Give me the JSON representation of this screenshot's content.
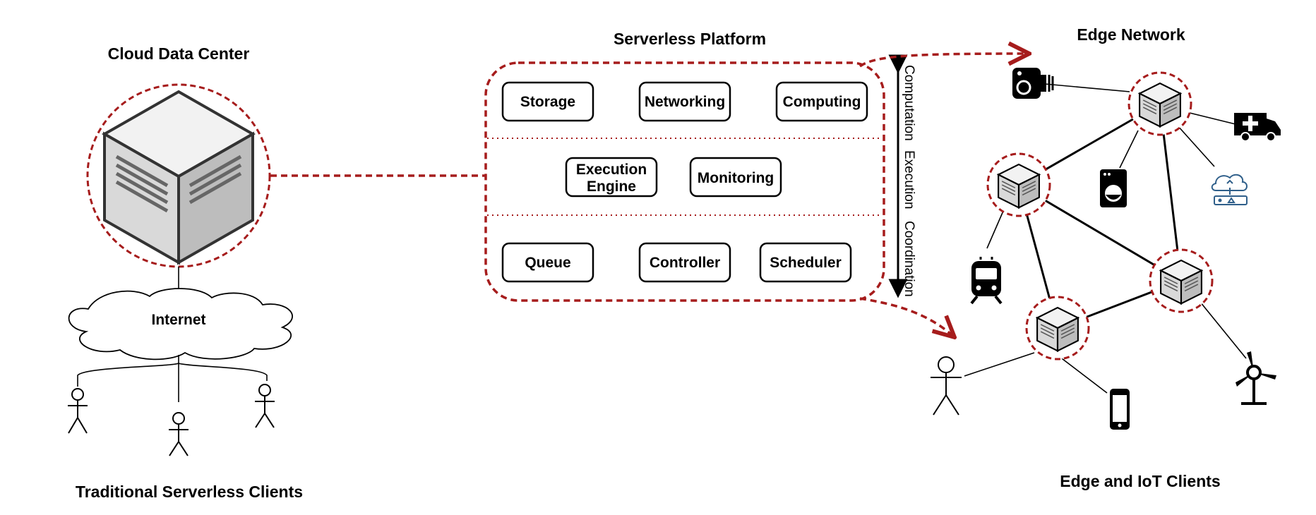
{
  "titles": {
    "cloud": "Cloud Data Center",
    "traditional_clients": "Traditional Serverless Clients",
    "platform": "Serverless Platform",
    "edge_network": "Edge Network",
    "edge_clients": "Edge and IoT Clients"
  },
  "internet_label": "Internet",
  "platform_rows": {
    "row1": [
      "Storage",
      "Networking",
      "Computing"
    ],
    "row2_engine_line1": "Execution",
    "row2_engine_line2": "Engine",
    "row2_monitoring": "Monitoring",
    "row3": [
      "Queue",
      "Controller",
      "Scheduler"
    ]
  },
  "layers": [
    "Computation",
    "Execution",
    "Coordination"
  ],
  "colors": {
    "accent": "#a61c1c",
    "stroke": "#000000",
    "server_face": "#d9d9d9",
    "server_side": "#bdbdbd"
  },
  "icons": [
    "server-cube-icon",
    "cloud-icon",
    "person-icon",
    "camera-icon",
    "ambulance-icon",
    "washing-machine-icon",
    "cloud-router-icon",
    "train-icon",
    "wind-turbine-icon",
    "smartphone-icon"
  ]
}
